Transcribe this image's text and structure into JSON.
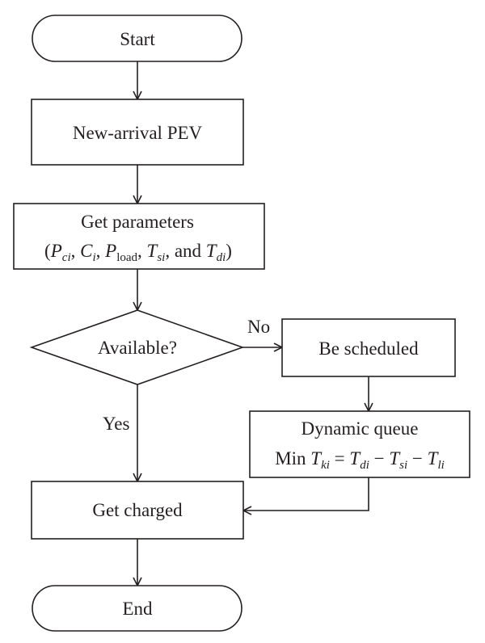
{
  "nodes": {
    "start": {
      "label": "Start"
    },
    "new_arrival": {
      "label": "New-arrival PEV"
    },
    "get_parameters": {
      "label": "Get parameters",
      "params": [
        {
          "sym": "P",
          "sub": "ci"
        },
        {
          "sym": "C",
          "sub": "i"
        },
        {
          "sym": "P",
          "sub": "load"
        },
        {
          "sym": "T",
          "sub": "si"
        },
        {
          "sym": "T",
          "sub": "di"
        }
      ],
      "open_paren": "(",
      "close_paren": ")",
      "separator": ",",
      "conjunction": "and"
    },
    "available": {
      "label": "Available?"
    },
    "be_scheduled": {
      "label": "Be scheduled"
    },
    "dynamic_queue": {
      "label": "Dynamic queue",
      "formula": {
        "prefix": "Min",
        "lhs": {
          "sym": "T",
          "sub": "ki"
        },
        "eq": "=",
        "minus": "−",
        "terms": [
          {
            "sym": "T",
            "sub": "di"
          },
          {
            "sym": "T",
            "sub": "si"
          },
          {
            "sym": "T",
            "sub": "li"
          }
        ]
      }
    },
    "get_charged": {
      "label": "Get charged"
    },
    "end": {
      "label": "End"
    }
  },
  "edges": {
    "no_label": "No",
    "yes_label": "Yes"
  }
}
